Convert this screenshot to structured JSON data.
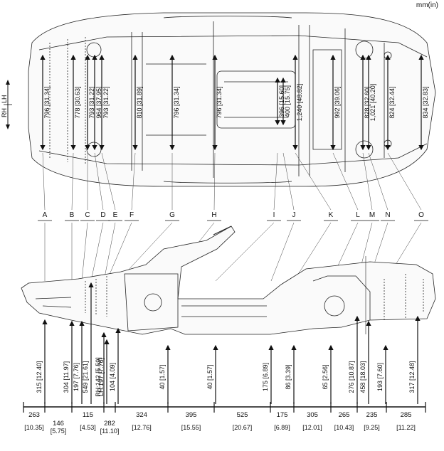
{
  "unit_label": "mm(in)",
  "orientation": {
    "rh": "RH",
    "lh": "LH"
  },
  "points": [
    "A",
    "B",
    "C",
    "D",
    "E",
    "F",
    "G",
    "H",
    "I",
    "J",
    "K",
    "L",
    "M",
    "N",
    "O"
  ],
  "width_dims": [
    {
      "label": "796 [31.34]"
    },
    {
      "label": "778 [30.63]"
    },
    {
      "label": "793 [31.22]"
    },
    {
      "label": "964 [37.95]"
    },
    {
      "label": "793 [31.22]"
    },
    {
      "label": "810 [31.89]"
    },
    {
      "label": "796 [31.34]"
    },
    {
      "label": "796 [31.34]"
    },
    {
      "label": "396 [15.60]"
    },
    {
      "label": "400 [15.75]"
    },
    {
      "label": "1,240 [48.82]"
    },
    {
      "label": "992 [39.06]"
    },
    {
      "label": "828 [32.60]"
    },
    {
      "label": "1,021 [40.20]"
    },
    {
      "label": "824 [32.44]"
    },
    {
      "label": "834 [32.83]"
    }
  ],
  "height_dims": [
    {
      "label": "315 [12.40]"
    },
    {
      "label": "304 [11.97]"
    },
    {
      "label": "197 [7.76]"
    },
    {
      "label": "549 [21.61]"
    },
    {
      "label": "RH:142 [5.59]"
    },
    {
      "label": "LH:197 [7.76]"
    },
    {
      "label": "104 [4.09]"
    },
    {
      "label": "40 [1.57]"
    },
    {
      "label": "40 [1.57]"
    },
    {
      "label": "175 [6.89]"
    },
    {
      "label": "86 [3.39]"
    },
    {
      "label": "65 [2.56]"
    },
    {
      "label": "276 [10.87]"
    },
    {
      "label": "458 [18.03]"
    },
    {
      "label": "193 [7.60]"
    },
    {
      "label": "317 [12.48]"
    }
  ],
  "length_dims": [
    {
      "mm": "263",
      "in": "[10.35]"
    },
    {
      "mm": "146",
      "in": "[5.75]"
    },
    {
      "mm": "115",
      "in": "[4.53]"
    },
    {
      "mm": "282",
      "in": "[11.10]"
    },
    {
      "mm": "324",
      "in": "[12.76]"
    },
    {
      "mm": "395",
      "in": "[15.55]"
    },
    {
      "mm": "525",
      "in": "[20.67]"
    },
    {
      "mm": "175",
      "in": "[6.89]"
    },
    {
      "mm": "305",
      "in": "[12.01]"
    },
    {
      "mm": "265",
      "in": "[10.43]"
    },
    {
      "mm": "235",
      "in": "[9.25]"
    },
    {
      "mm": "285",
      "in": "[11.22]"
    }
  ]
}
